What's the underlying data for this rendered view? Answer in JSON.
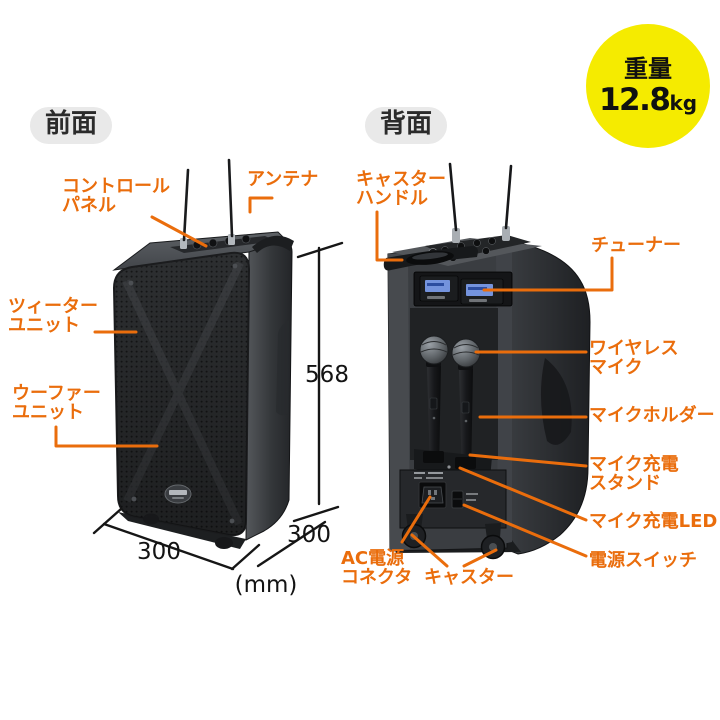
{
  "page": {
    "background": "#ffffff"
  },
  "colors": {
    "accent_orange": "#ea6d0c",
    "badge_yellow": "#f5eb00",
    "tag_gray": "#e9e9e9",
    "dimension_black": "#131313"
  },
  "weight_badge": {
    "title": "重量",
    "value": "12.8",
    "unit": "kg"
  },
  "front_view": {
    "tag": "前面",
    "labels": {
      "control_panel": "コントロール\nパネル",
      "antenna": "アンテナ",
      "tweeter_unit": "ツィーター\nユニット",
      "woofer_unit": "ウーファー\nユニット"
    },
    "dimensions": {
      "height_mm": "568",
      "width_mm": "300",
      "depth_mm": "300",
      "unit_note": "(mm)"
    }
  },
  "back_view": {
    "tag": "背面",
    "labels": {
      "caster_handle": "キャスター\nハンドル",
      "tuner": "チューナー",
      "wireless_mic": "ワイヤレス\nマイク",
      "mic_holder": "マイクホルダー",
      "mic_charging_stand": "マイク充電\nスタンド",
      "mic_charging_led": "マイク充電LED",
      "power_switch": "電源スイッチ",
      "ac_power_connector": "AC電源\nコネクタ",
      "caster": "キャスター"
    }
  }
}
